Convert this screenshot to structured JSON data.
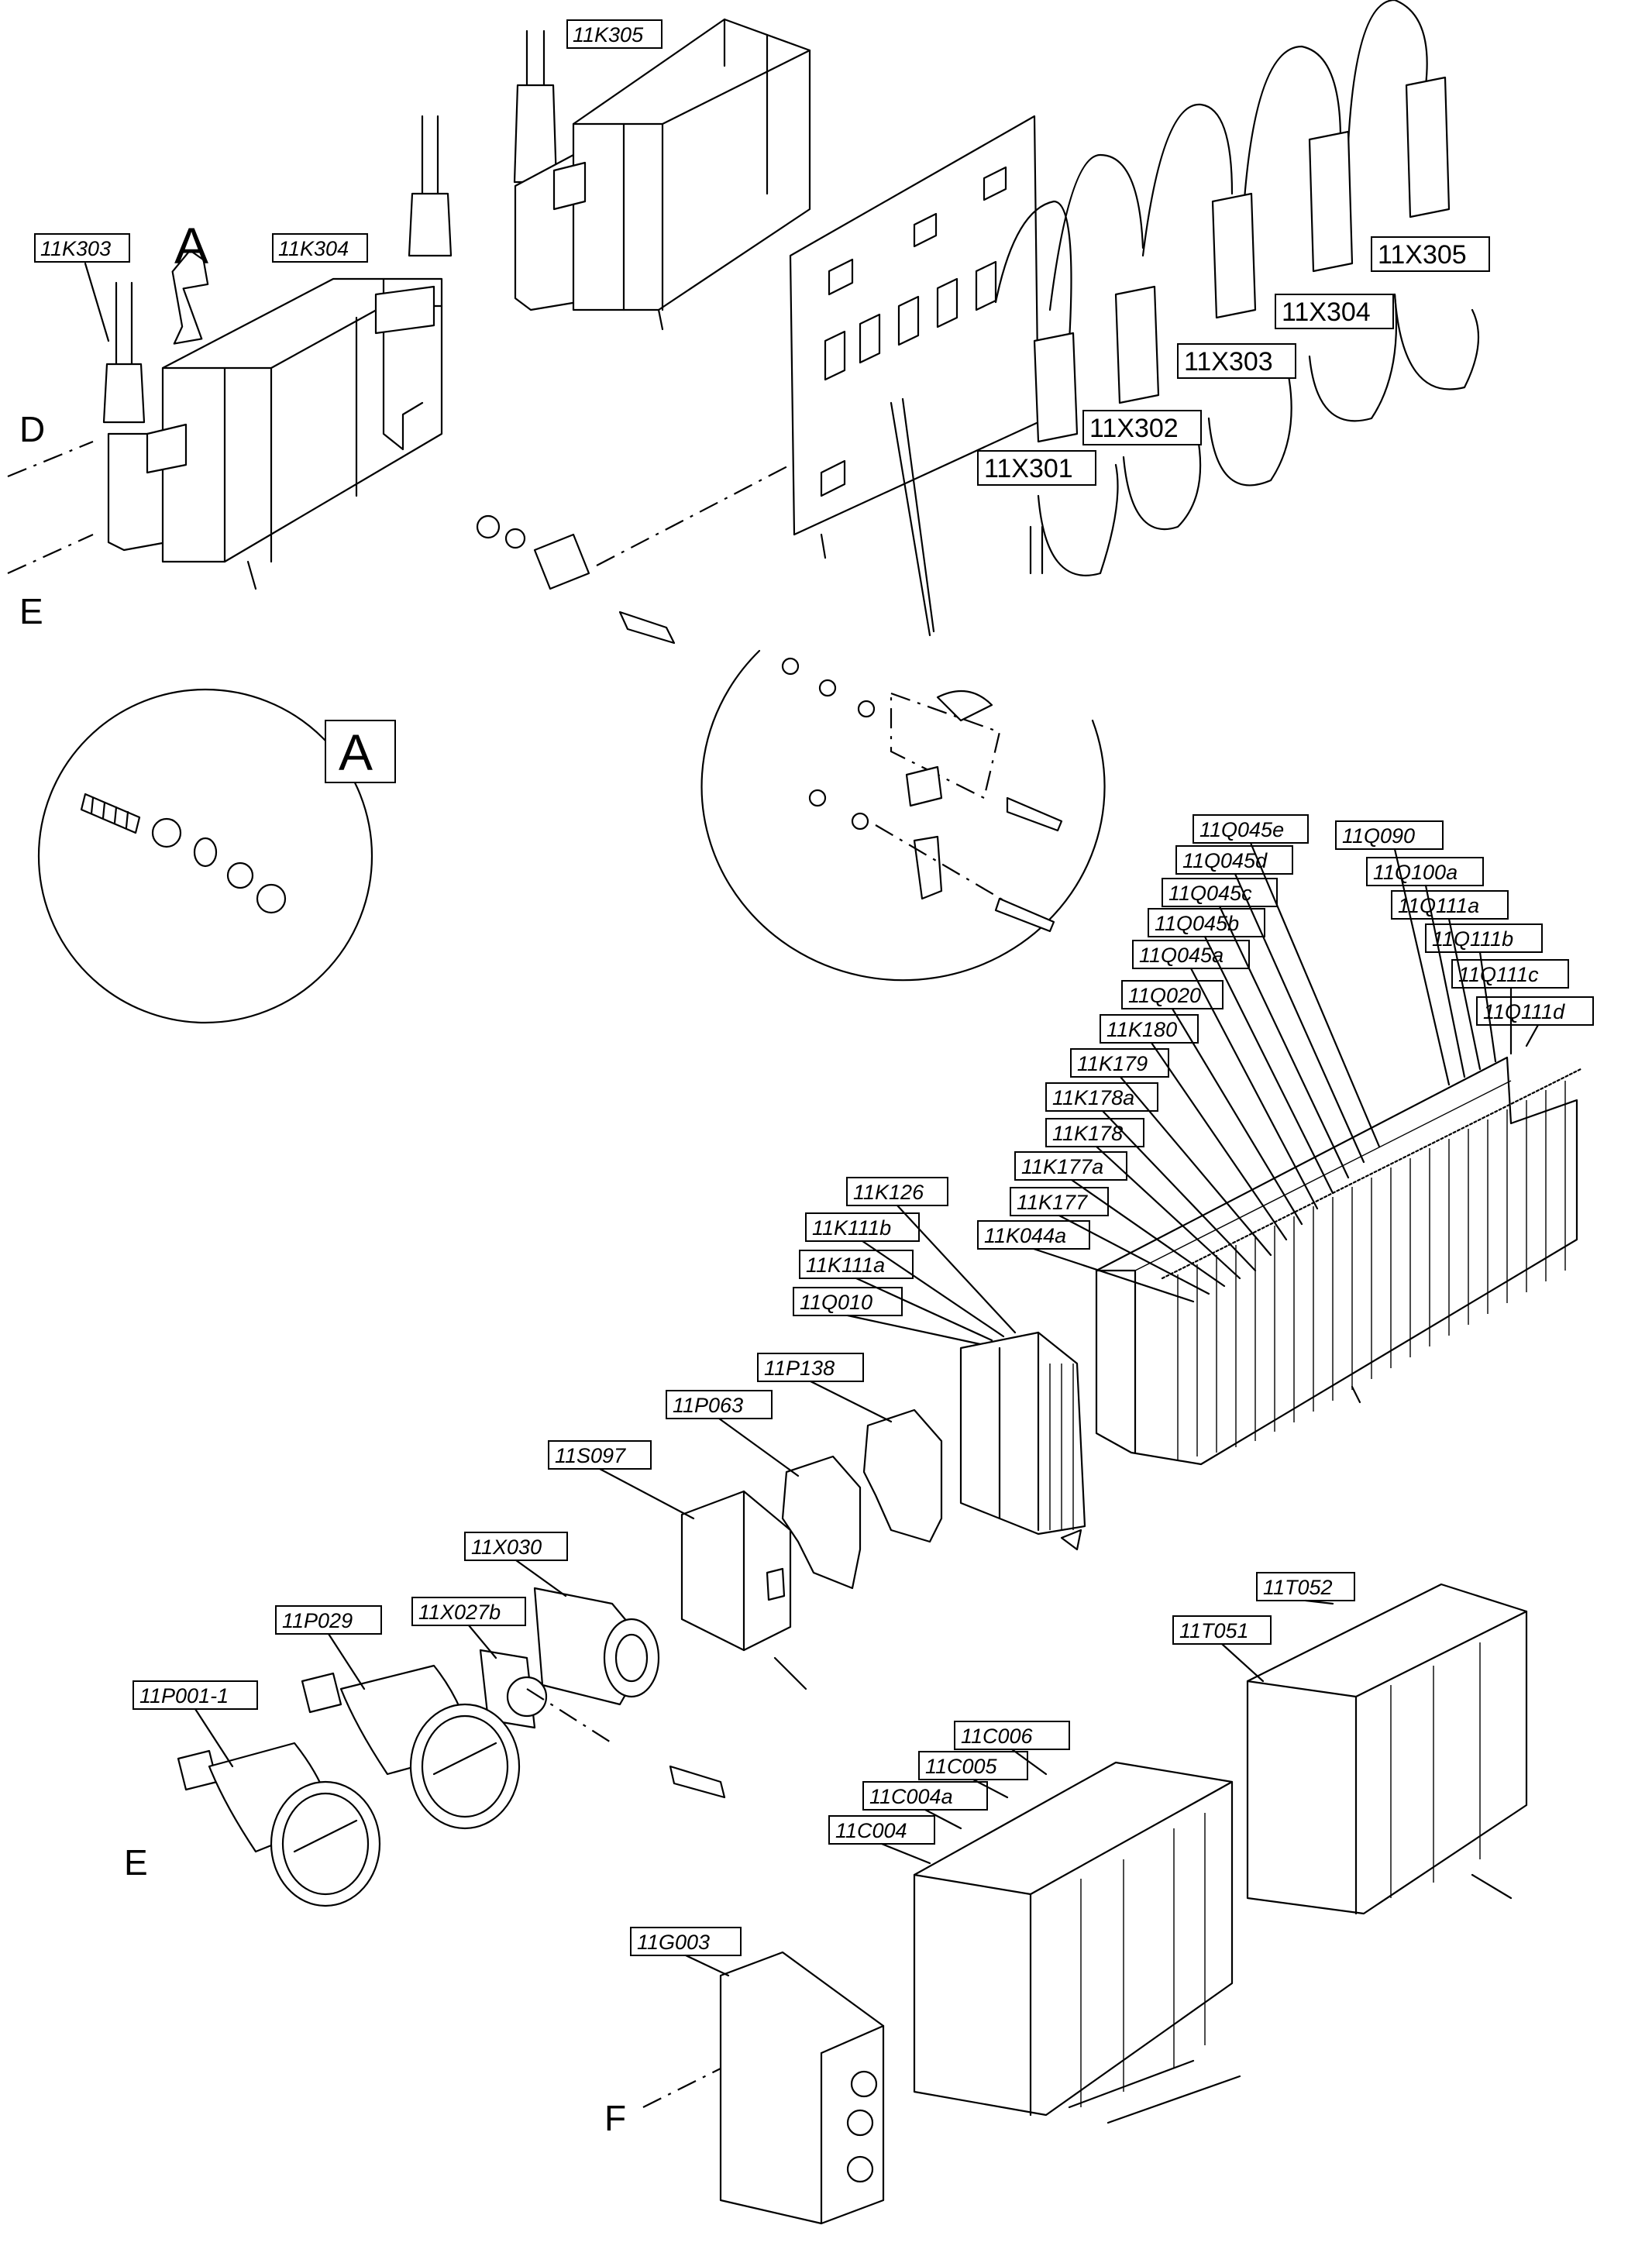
{
  "letters": {
    "A": "A",
    "D": "D",
    "E": "E",
    "F": "F"
  },
  "labels": {
    "k303": "11K303",
    "k304": "11K304",
    "k305": "11K305",
    "q045e": "11Q045e",
    "q045d": "11Q045d",
    "q045c": "11Q045c",
    "q045b": "11Q045b",
    "q045a": "11Q045a",
    "q090": "11Q090",
    "q100a": "11Q100a",
    "q111a": "11Q111a",
    "q111b": "11Q111b",
    "q111c": "11Q111c",
    "q111d": "11Q111d",
    "q020": "11Q020",
    "k180": "11K180",
    "k179": "11K179",
    "k178a": "11K178a",
    "k178": "11K178",
    "k177a": "11K177a",
    "k177": "11K177",
    "k044a": "11K044a",
    "k126": "11K126",
    "k111b": "11K111b",
    "k111a": "11K111a",
    "q010": "11Q010",
    "p138": "11P138",
    "p063": "11P063",
    "s097": "11S097",
    "x030": "11X030",
    "x027b": "11X027b",
    "p029": "11P029",
    "p001": "11P001-1",
    "t052": "11T052",
    "t051": "11T051",
    "c006": "11C006",
    "c005": "11C005",
    "c004a": "11C004a",
    "c004": "11C004",
    "g003": "11G003"
  },
  "connectors": {
    "x301": "11X301",
    "x302": "11X302",
    "x303": "11X303",
    "x304": "11X304",
    "x305": "11X305"
  }
}
